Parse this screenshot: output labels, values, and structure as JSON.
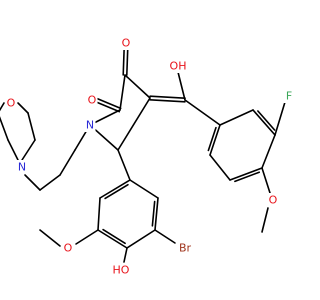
{
  "colors": {
    "carbon_bond": "#000000",
    "oxygen": "#e8141b",
    "nitrogen": "#2b2bd6",
    "fluorine": "#3aa657",
    "bromine": "#a0351d",
    "background": "#ffffff"
  },
  "atoms": {
    "o_ketone": "O",
    "o_lactam": "O",
    "o_enol": "OH",
    "n_lactam": "N",
    "o_morpholine": "O",
    "n_morpholine": "N",
    "f": "F",
    "o_methoxy_right": "O",
    "o_methoxy_bottom": "O",
    "o_phenol": "HO",
    "br": "Br"
  }
}
